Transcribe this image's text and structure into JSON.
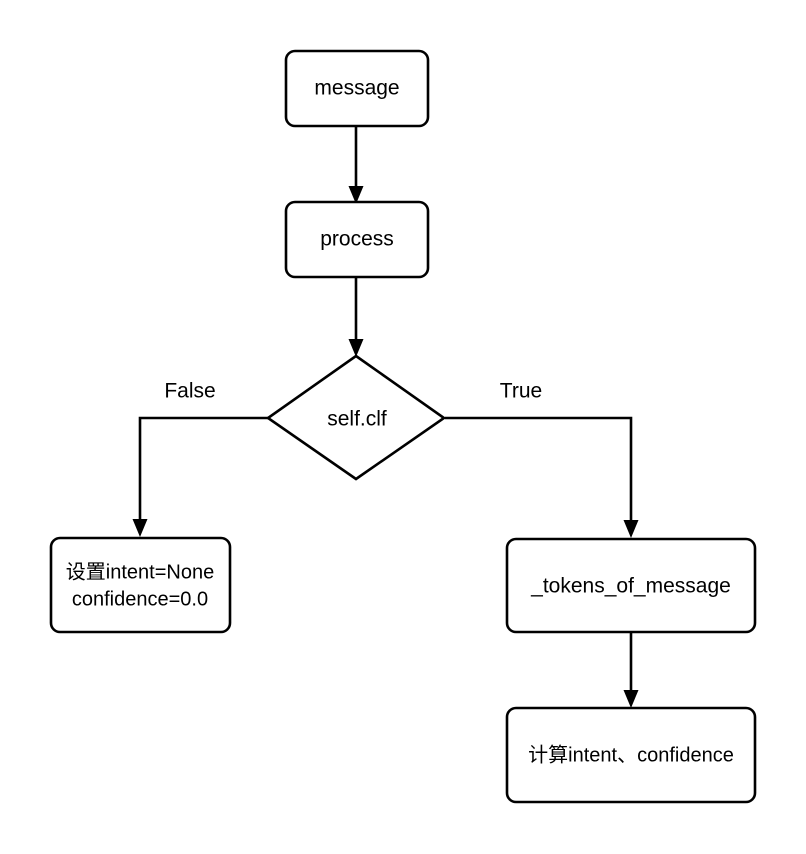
{
  "diagram": {
    "type": "flowchart",
    "title": "",
    "background_color": "#ffffff",
    "stroke_color": "#000000",
    "fill_color": "#ffffff",
    "nodes": {
      "message": {
        "label": "message",
        "shape": "rounded-rect"
      },
      "process": {
        "label": "process",
        "shape": "rounded-rect"
      },
      "decision": {
        "label": "self.clf",
        "shape": "diamond"
      },
      "set_none": {
        "label_line1": "设置intent=None",
        "label_line2": "confidence=0.0",
        "shape": "rounded-rect"
      },
      "tokens": {
        "label": "_tokens_of_message",
        "shape": "rounded-rect"
      },
      "compute": {
        "label": "计算intent、confidence",
        "shape": "rounded-rect"
      }
    },
    "edge_labels": {
      "false": "False",
      "true": "True"
    }
  }
}
